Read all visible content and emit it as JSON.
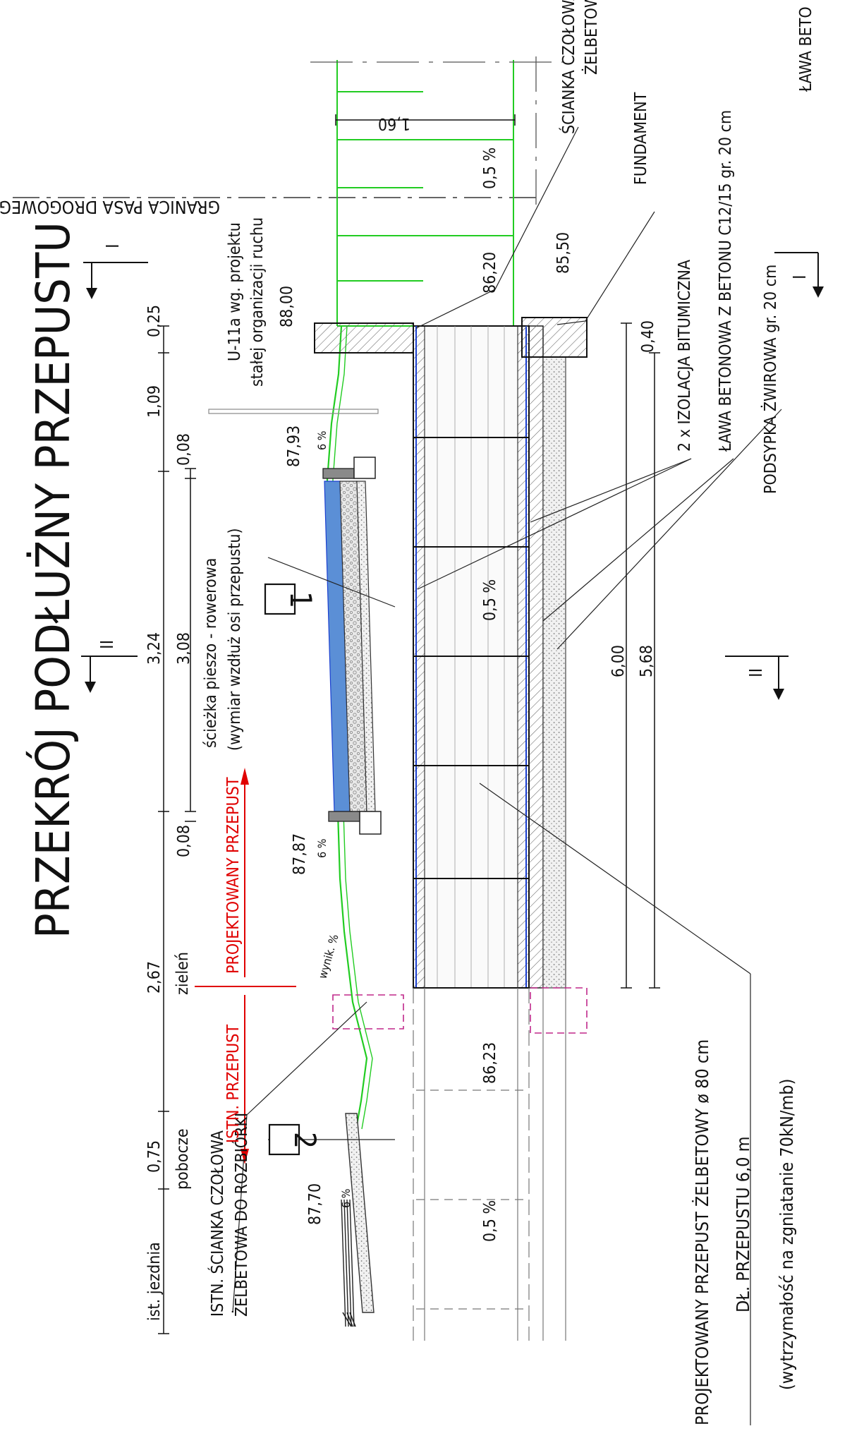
{
  "title": "PRZEKRÓJ PODŁUŻNY PRZEPUSTU",
  "granica": "GRANICA PASA DROGOWEGO",
  "sign": {
    "line1": "U-11a wg. projektu",
    "line2": "stałej organizacji ruchu"
  },
  "headwall_right": {
    "line1": "ŚCIANKA CZOŁOWA",
    "line2": "ŻELBETOWA"
  },
  "headwall_far": "ŁAWA BETO",
  "fundament": "FUNDAMENT",
  "layers": {
    "izolacja": "2 x IZOLACJA BITUMICZNA",
    "lawa": "ŁAWA BETONOWA Z BETONU C12/15 gr. 20 cm",
    "podsypka": "PODSYPKA ŻWIROWA gr. 20 cm"
  },
  "path": {
    "line1": "ścieżka pieszo - rowerowa",
    "line2": "(wymiar wzdłuż osi przepustu)"
  },
  "zones": {
    "zielen": "zieleń",
    "pobocze": "pobocze",
    "jezdnia": "ist. jezdnia"
  },
  "existing_headwall": {
    "line1": "ISTN. ŚCIANKA CZOŁOWA",
    "line2": "ŻELBETOWA DO ROZBIÓRKI"
  },
  "boundary": {
    "existing": "ISTN. PRZEPUST",
    "projected": "PROJEKTOWANY PRZEPUST"
  },
  "culvert_note": {
    "line1": "PROJEKTOWANY PRZEPUST ŻELBETOWY ø 80 cm",
    "line2": "DŁ. PRZEPUSTU 6,0 m",
    "line3": "(wytrzymałość na zgniatanie 70kN/mb)"
  },
  "sections": {
    "s1": "I",
    "s2": "II"
  },
  "markers": {
    "m1": "1",
    "m2": "2"
  },
  "dimensions": {
    "d_025": "0,25",
    "d_109": "1,09",
    "d_008a": "0,08",
    "d_324": "3,24",
    "d_308": "3,08",
    "d_008b": "0,08",
    "d_267": "2,67",
    "d_075": "0,75",
    "d_160": "1,60",
    "d_040": "0,40",
    "d_600": "6,00",
    "d_568": "5,68"
  },
  "elevations": {
    "e8800": "88,00",
    "e8793": "87,93",
    "e8787": "87,87",
    "e8770": "87,70",
    "e8620": "86,20",
    "e8550": "85,50",
    "e8623": "86,23"
  },
  "slopes": {
    "six": "6 %",
    "half": "0,5 %",
    "wynik": "wynik. %"
  },
  "colors": {
    "green": "#22cc22",
    "red": "#e00000",
    "blue": "#1a3fd0",
    "magenta": "#c0288a",
    "pathblue": "#5b8fd6",
    "grey": "#8a8a8a",
    "edge": "#6b6b6b"
  }
}
